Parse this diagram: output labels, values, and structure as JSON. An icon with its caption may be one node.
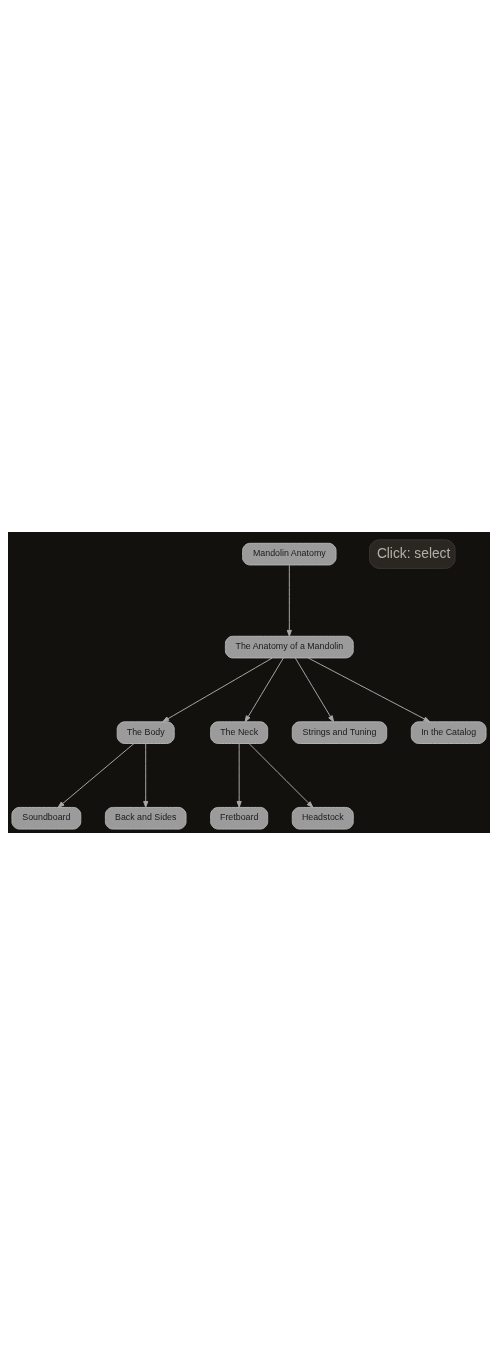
{
  "diagram": {
    "nodes": [
      {
        "text": [
          "Mandolin Anatomy"
        ]
      },
      {
        "text": [
          "The Anatomy of a Mandolin"
        ]
      },
      {
        "text": [
          "The Body"
        ]
      },
      {
        "text": [
          "The Neck"
        ]
      },
      {
        "text": [
          "Strings and Tuning"
        ]
      },
      {
        "text": [
          "In the Catalog"
        ]
      },
      {
        "text": [
          "Soundboard"
        ]
      },
      {
        "text": [
          "Back and Sides"
        ]
      },
      {
        "text": [
          "Fretboard"
        ]
      },
      {
        "text": [
          "Headstock"
        ]
      }
    ],
    "edges": [
      {
        "from": 0,
        "to": 1,
        "arrow": "to"
      },
      {
        "from": 1,
        "to": 2,
        "arrow": "to"
      },
      {
        "from": 1,
        "to": 3,
        "arrow": "to"
      },
      {
        "from": 1,
        "to": 4,
        "arrow": "to"
      },
      {
        "from": 1,
        "to": 5,
        "arrow": "to"
      },
      {
        "from": 2,
        "to": 6,
        "arrow": "to"
      },
      {
        "from": 2,
        "to": 7,
        "arrow": "to"
      },
      {
        "from": 3,
        "to": 8,
        "arrow": "to"
      },
      {
        "from": 3,
        "to": 9,
        "arrow": "to"
      }
    ],
    "labels": [
      "Click: select"
    ]
  }
}
